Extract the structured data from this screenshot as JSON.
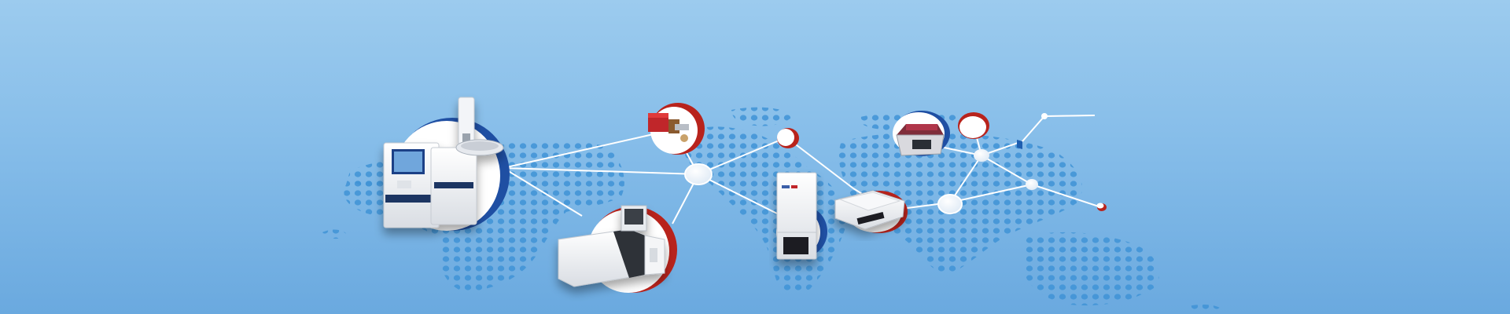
{
  "banner": {
    "colors": {
      "background_top": "#9ccbee",
      "background_bottom": "#6aa9df",
      "map_dots": "#3f93d6",
      "network_lines": "#ffffff",
      "ring_blue": "#1f4fa3",
      "ring_red": "#b8231c"
    },
    "products": [
      {
        "icon": "gas-chromatograph-icon",
        "ring": "blue"
      },
      {
        "icon": "spectrometer-icon",
        "ring": "red"
      },
      {
        "icon": "motor-module-icon",
        "ring": "red"
      },
      {
        "icon": "freezer-cabinet-icon",
        "ring": "blue"
      },
      {
        "icon": "hot-plate-icon",
        "ring": "red"
      },
      {
        "icon": "analyzer-device-icon",
        "ring": "blue"
      }
    ]
  }
}
